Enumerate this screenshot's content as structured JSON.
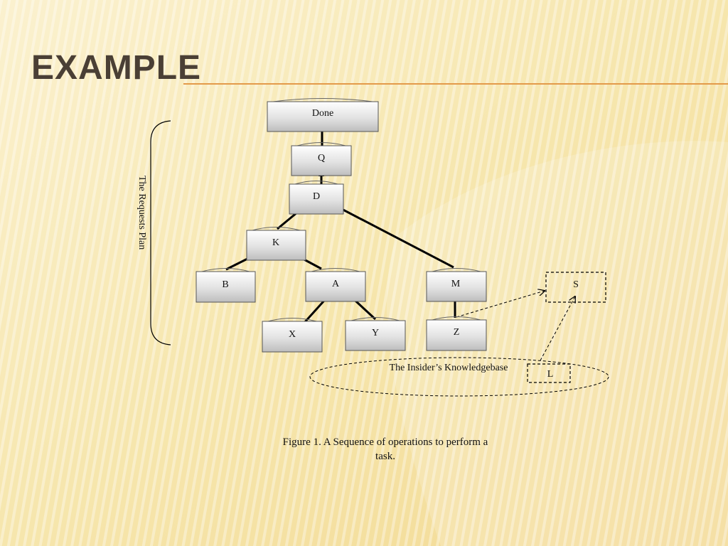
{
  "slide": {
    "title": "Example",
    "colors": {
      "background": "#f7e8b0",
      "title": "#4a3f35",
      "accent_rule": "#e39a4a"
    }
  },
  "diagram": {
    "bracket_label": "The Requests Plan",
    "knowledgebase_label": "The Insider’s Knowledgebase",
    "nodes": {
      "done": "Done",
      "q": "Q",
      "d": "D",
      "k": "K",
      "b": "B",
      "a": "A",
      "m": "M",
      "x": "X",
      "y": "Y",
      "z": "Z",
      "s": "S",
      "l": "L"
    },
    "edges": [
      [
        "q",
        "done"
      ],
      [
        "d",
        "q"
      ],
      [
        "k",
        "d"
      ],
      [
        "m",
        "d"
      ],
      [
        "b",
        "k"
      ],
      [
        "a",
        "k"
      ],
      [
        "x",
        "a"
      ],
      [
        "y",
        "a"
      ],
      [
        "z",
        "m"
      ]
    ],
    "dashed_edges": [
      [
        "z",
        "s"
      ],
      [
        "l",
        "s"
      ]
    ]
  },
  "caption": {
    "line1": "Figure 1.  A Sequence of operations to perform a",
    "line2": "task."
  }
}
